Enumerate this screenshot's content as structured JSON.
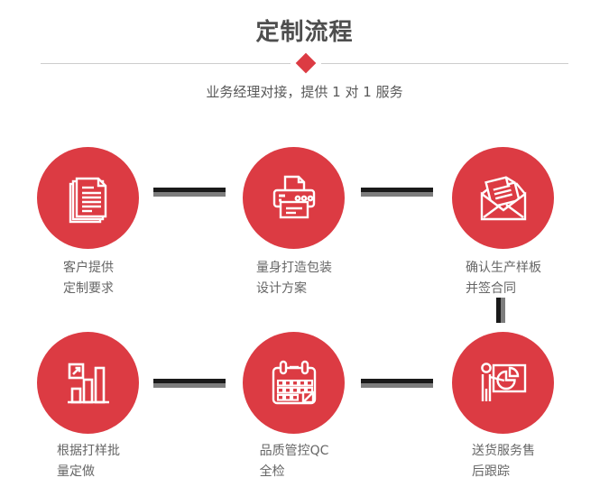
{
  "header": {
    "title": "定制流程",
    "subtitle": "业务经理对接，提供 1 对 1 服务"
  },
  "colors": {
    "accent_red": "#dc3b43",
    "connector_dark": "#1a1a1a",
    "connector_light": "#7d7d7d",
    "divider": "#cccccc",
    "title_text": "#4e4e4e",
    "subtitle_text": "#595959",
    "label_text": "#666666"
  },
  "steps": [
    {
      "icon": "documents-icon",
      "label": [
        "客户提供",
        "定制要求"
      ]
    },
    {
      "icon": "printer-icon",
      "label": [
        "量身打造包装",
        "设计方案"
      ]
    },
    {
      "icon": "envelope-icon",
      "label": [
        "确认生产样板",
        "并签合同"
      ]
    },
    {
      "icon": "bar-chart-icon",
      "label": [
        "根据打样批",
        "量定做"
      ]
    },
    {
      "icon": "calendar-icon",
      "label": [
        "品质管控QC",
        "全检"
      ]
    },
    {
      "icon": "presentation-icon",
      "label": [
        "送货服务售",
        "后跟踪"
      ]
    }
  ]
}
